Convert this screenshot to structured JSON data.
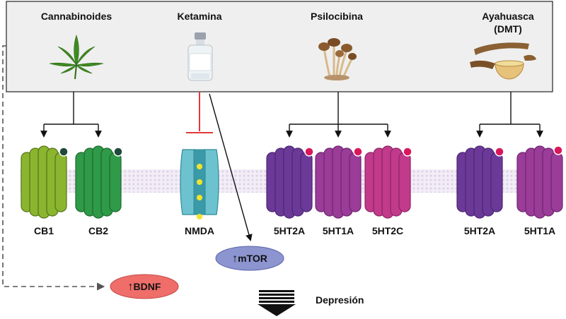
{
  "compounds": {
    "cannabinoids": "Cannabinoides",
    "ketamine": "Ketamina",
    "psilocybin": "Psilocibina",
    "ayahuasca_line1": "Ayahuasca",
    "ayahuasca_line2": "(DMT)"
  },
  "receptors": {
    "cb1": "CB1",
    "cb2": "CB2",
    "nmda": "NMDA",
    "psilo_5ht2a": "5HT2A",
    "psilo_5ht1a": "5HT1A",
    "psilo_5ht2c": "5HT2C",
    "aya_5ht2a": "5HT2A",
    "aya_5ht1a": "5HT1A"
  },
  "outcomes": {
    "mtor_arrow": "↑",
    "mtor": "mTOR",
    "bdnf_arrow": "↑",
    "bdnf": "BDNF",
    "depression": "Depresión"
  },
  "colors": {
    "panel_bg": "#efefef",
    "cb1": "#8ab52e",
    "cb2": "#2f9a48",
    "nmda": "#6cc3cf",
    "ht2a": "#6b3a98",
    "ht1a": "#9a3c98",
    "ht2c": "#c23a8c",
    "cannabinoid_ligand": "#1f4a3a",
    "serotonin_ligand": "#d9185c",
    "mtor_pill": "#8c95d0",
    "bdnf_pill": "#ef6e6a",
    "inhibition": "#e03a3a"
  }
}
